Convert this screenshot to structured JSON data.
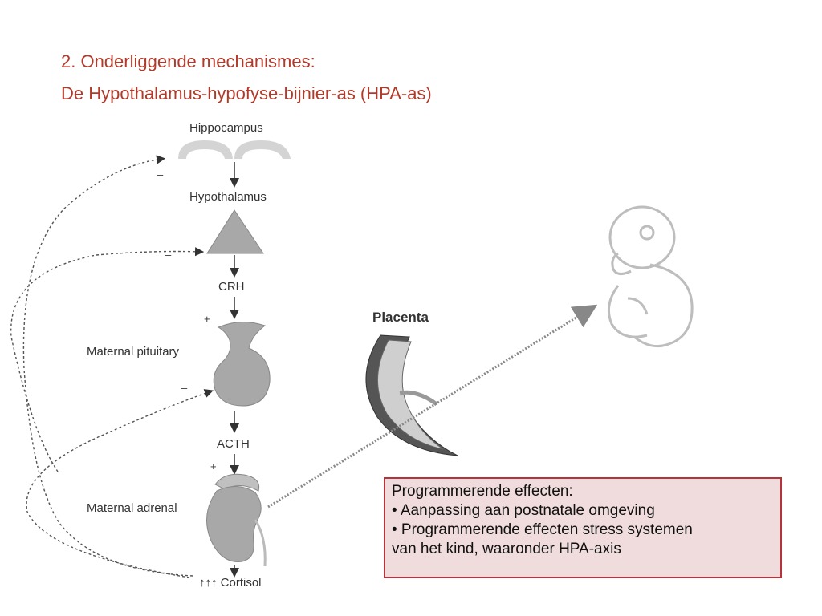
{
  "title": {
    "line1": "2. Onderliggende mechanismes:",
    "line2": "De Hypothalamus-hypofyse-bijnier-as (HPA-as)"
  },
  "diagram": {
    "hippocampus": "Hippocampus",
    "hypothalamus": "Hypothalamus",
    "crh": "CRH",
    "pituitary": "Maternal pituitary",
    "acth": "ACTH",
    "adrenal": "Maternal adrenal",
    "cortisol": "↑↑↑ Cortisol",
    "placenta": "Placenta",
    "plus": "+",
    "minus": "–"
  },
  "callout": {
    "heading": "Programmerende effecten:",
    "bullet1": "• Aanpassing aan postnatale omgeving",
    "bullet2": "• Programmerende effecten stress systemen",
    "bullet3": "van het kind, waaronder HPA-axis"
  },
  "colors": {
    "title": "#b23a2a",
    "callout_border": "#b5333a",
    "callout_fill": "#f0dcdc",
    "organ_gray": "#a8a8a8"
  }
}
